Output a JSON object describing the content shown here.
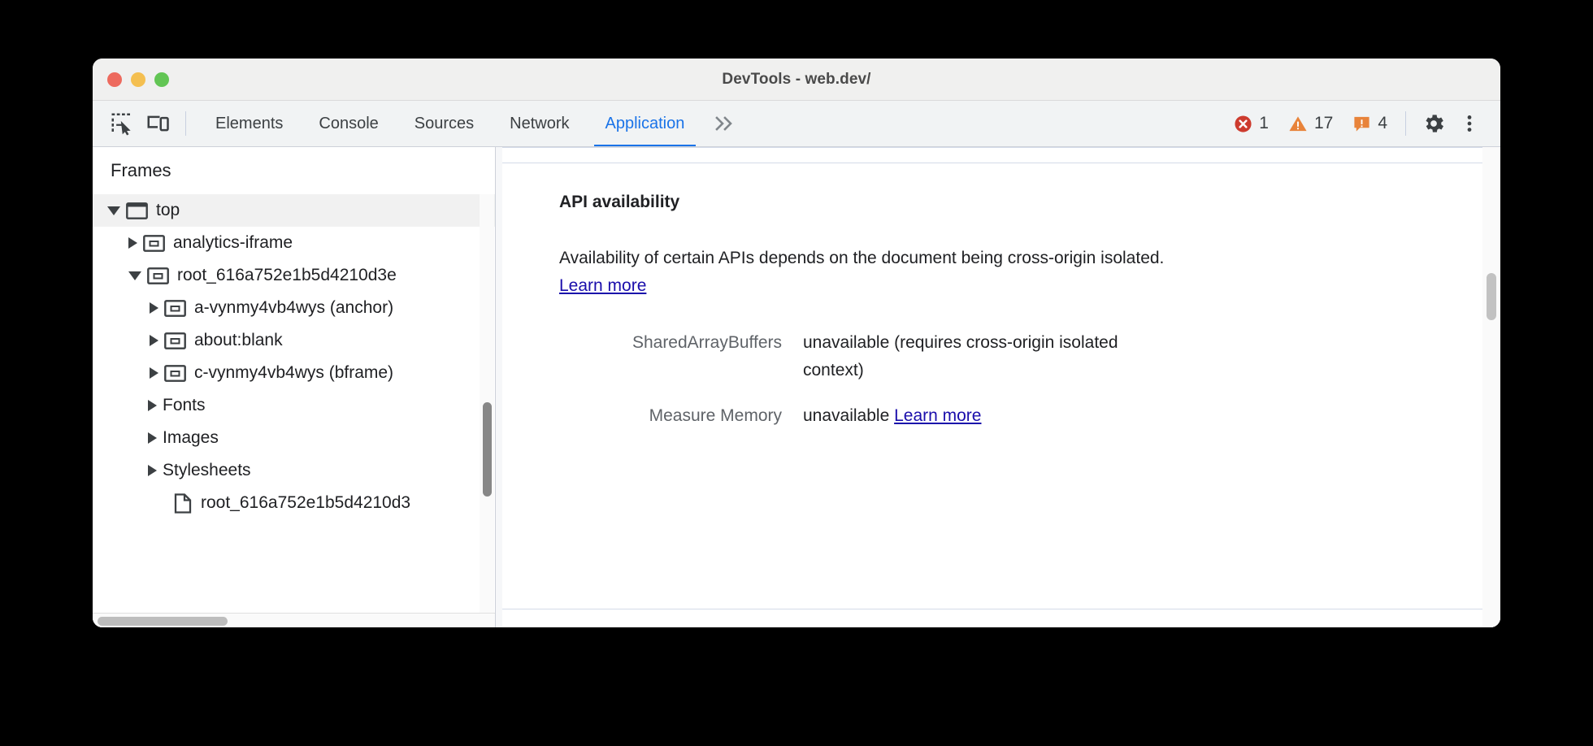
{
  "window": {
    "title": "DevTools - web.dev/",
    "traffic_lights": [
      "close",
      "minimize",
      "maximize"
    ]
  },
  "toolbar": {
    "inspect_icon": "inspect-element-icon",
    "device_icon": "device-toolbar-icon",
    "tabs": [
      {
        "label": "Elements",
        "active": false
      },
      {
        "label": "Console",
        "active": false
      },
      {
        "label": "Sources",
        "active": false
      },
      {
        "label": "Network",
        "active": false
      },
      {
        "label": "Application",
        "active": true
      }
    ],
    "more_tabs_label": "»",
    "counters": [
      {
        "type": "error",
        "icon": "error-icon",
        "count": "1",
        "color": "#cd3b2e"
      },
      {
        "type": "warning",
        "icon": "warning-icon",
        "count": "17",
        "color": "#e8833a"
      },
      {
        "type": "issue",
        "icon": "issue-icon",
        "count": "4",
        "color": "#e8833a"
      }
    ],
    "settings_icon": "gear-icon",
    "menu_icon": "more-vertical-icon"
  },
  "sidebar": {
    "header": "Frames",
    "tree": [
      {
        "label": "top",
        "indent": 0,
        "twisty": "open",
        "icon": "frame-icon",
        "selected": true
      },
      {
        "label": "analytics-iframe",
        "indent": 1,
        "twisty": "closed",
        "icon": "iframe-icon",
        "selected": false
      },
      {
        "label": "root_616a752e1b5d4210d3e",
        "indent": 1,
        "twisty": "open",
        "icon": "iframe-icon",
        "selected": false
      },
      {
        "label": "a-vynmy4vb4wys (anchor)",
        "indent": 2,
        "twisty": "closed",
        "icon": "iframe-icon",
        "selected": false
      },
      {
        "label": "about:blank",
        "indent": 2,
        "twisty": "closed",
        "icon": "iframe-icon",
        "selected": false
      },
      {
        "label": "c-vynmy4vb4wys (bframe)",
        "indent": 2,
        "twisty": "closed",
        "icon": "iframe-icon",
        "selected": false
      },
      {
        "label": "Fonts",
        "indent": 1,
        "twisty": "closed",
        "icon": "none",
        "selected": false
      },
      {
        "label": "Images",
        "indent": 1,
        "twisty": "closed",
        "icon": "none",
        "selected": false
      },
      {
        "label": "Stylesheets",
        "indent": 1,
        "twisty": "closed",
        "icon": "none",
        "selected": false
      },
      {
        "label": "root_616a752e1b5d4210d3",
        "indent": 2,
        "twisty": "none",
        "icon": "document-icon",
        "selected": false
      }
    ]
  },
  "main": {
    "heading": "API availability",
    "description_before_link": "Availability of certain APIs depends on the document being cross-origin isolated. ",
    "description_link": "Learn more",
    "rows": [
      {
        "label": "SharedArrayBuffers",
        "value": "unavailable  (requires cross-origin isolated context)",
        "link": ""
      },
      {
        "label": "Measure Memory",
        "value": "unavailable ",
        "link": "Learn more"
      }
    ]
  },
  "colors": {
    "accent": "#1a73e8",
    "link": "#1a0dab",
    "error": "#cd3b2e",
    "warning": "#e8833a",
    "toolbar_bg": "#f1f3f4",
    "titlebar_bg": "#f0f0ef"
  }
}
